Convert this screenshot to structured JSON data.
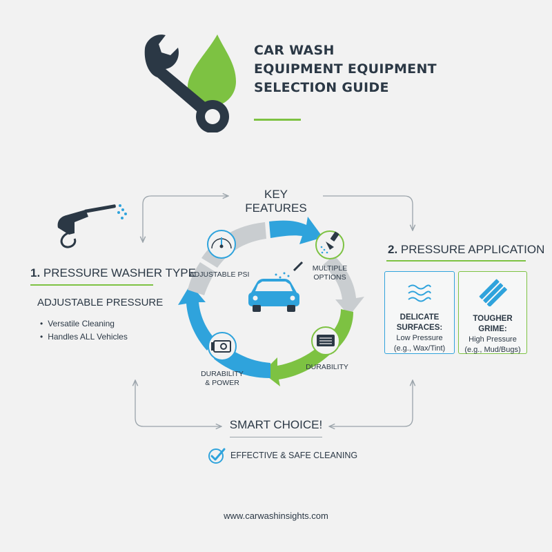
{
  "header": {
    "title_lines": [
      "CAR WASH",
      "EQUIPMENT EQUIPMENT",
      "SELECTION GUIDE"
    ]
  },
  "key_features": {
    "heading": "KEY FEATURES",
    "items": {
      "adjustable_psi": "ADJUSTABLE PSI",
      "multiple_options": [
        "MULTIPLE",
        "OPTIONS"
      ],
      "durability": "DURABILITY",
      "durability_power": [
        "DURABILITY",
        "& POWER"
      ]
    }
  },
  "section1": {
    "number": "1.",
    "title": "PRESSURE WASHER TYPE",
    "subheading": "ADJUSTABLE PRESSURE",
    "bullets": [
      "Versatile Cleaning",
      "Handles ALL Vehicles"
    ]
  },
  "section2": {
    "number": "2.",
    "title": "PRESSURE APPLICATION",
    "cards": [
      {
        "title": "DELICATE SURFACES:",
        "line1": "Low Pressure",
        "line2": "(e.g., Wax/Tint)"
      },
      {
        "title": "TOUGHER GRIME:",
        "line1": "High Pressure",
        "line2": "(e.g., Mud/Bugs)"
      }
    ]
  },
  "footer": {
    "smart_choice": "SMART CHOICE!",
    "effective": "EFFECTIVE & SAFE CLEANING",
    "url": "www.carwashinsights.com"
  },
  "colors": {
    "navy": "#2b3845",
    "green": "#7dc242",
    "blue": "#2fa3dc",
    "gray_arrow": "#c9cdd0"
  },
  "icons": [
    "wrench-icon",
    "water-drop-icon",
    "pressure-washer-icon",
    "gauge-icon",
    "car-wash-icon",
    "shower-nozzle-icon",
    "engine-icon",
    "motor-icon",
    "waves-icon",
    "bristles-icon",
    "checkmark-icon"
  ]
}
